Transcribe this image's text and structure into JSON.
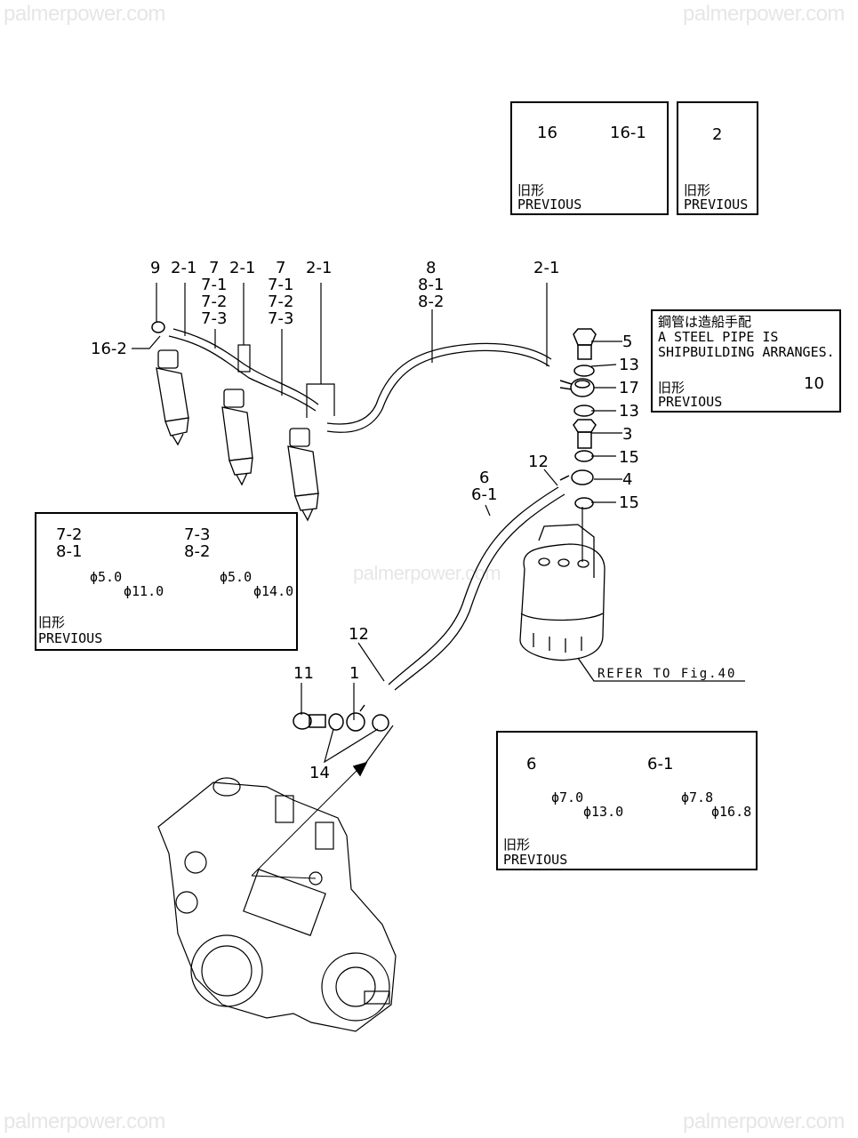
{
  "watermark": {
    "text": "palmerpower.com"
  },
  "top_boxes": {
    "clamp_change": {
      "old_part": "16",
      "new_part": "16-1",
      "arrow": "arrow-right-icon",
      "note_jp": "旧形",
      "note_en": "PREVIOUS"
    },
    "clamp_2": {
      "part": "2",
      "note_jp": "旧形",
      "note_en": "PREVIOUS"
    }
  },
  "steel_pipe_box": {
    "line1": "鋼管は造船手配",
    "line2": "A STEEL PIPE IS",
    "line3": "SHIPBUILDING ARRANGES.",
    "part": "10",
    "note_jp": "旧形",
    "note_en": "PREVIOUS"
  },
  "injector_labels": {
    "col_9": "9",
    "col_2_1_a": "2-1",
    "col_7_a": "7\n7-1\n7-2\n7-3",
    "col_2_1_b": "2-1",
    "col_7_b": "7\n7-1\n7-2\n7-3",
    "col_2_1_c": "2-1",
    "label_16_2": "16-2",
    "col_8": "8\n8-1\n8-2",
    "col_2_1_d": "2-1"
  },
  "banjo_stack": [
    "5",
    "13",
    "17",
    "13",
    "3",
    "15",
    "4",
    "15"
  ],
  "pipe_labels": {
    "pipe_6": "6\n6-1",
    "end_12_top": "12",
    "end_12_bottom": "12"
  },
  "refer": "REFER TO Fig.40",
  "pump_labels": {
    "p11": "11",
    "p1": "1",
    "p14": "14"
  },
  "pipe_box_7": {
    "old_parts": "7-2\n8-1",
    "old_inner": "ϕ5.0",
    "old_outer": "ϕ11.0",
    "new_parts": "7-3\n8-2",
    "new_inner": "ϕ5.0",
    "new_outer": "ϕ14.0",
    "note_jp": "旧形",
    "note_en": "PREVIOUS"
  },
  "pipe_box_6": {
    "old_parts": "6",
    "old_inner": "ϕ7.0",
    "old_outer": "ϕ13.0",
    "new_parts": "6-1",
    "new_inner": "ϕ7.8",
    "new_outer": "ϕ16.8",
    "note_jp": "旧形",
    "note_en": "PREVIOUS"
  }
}
